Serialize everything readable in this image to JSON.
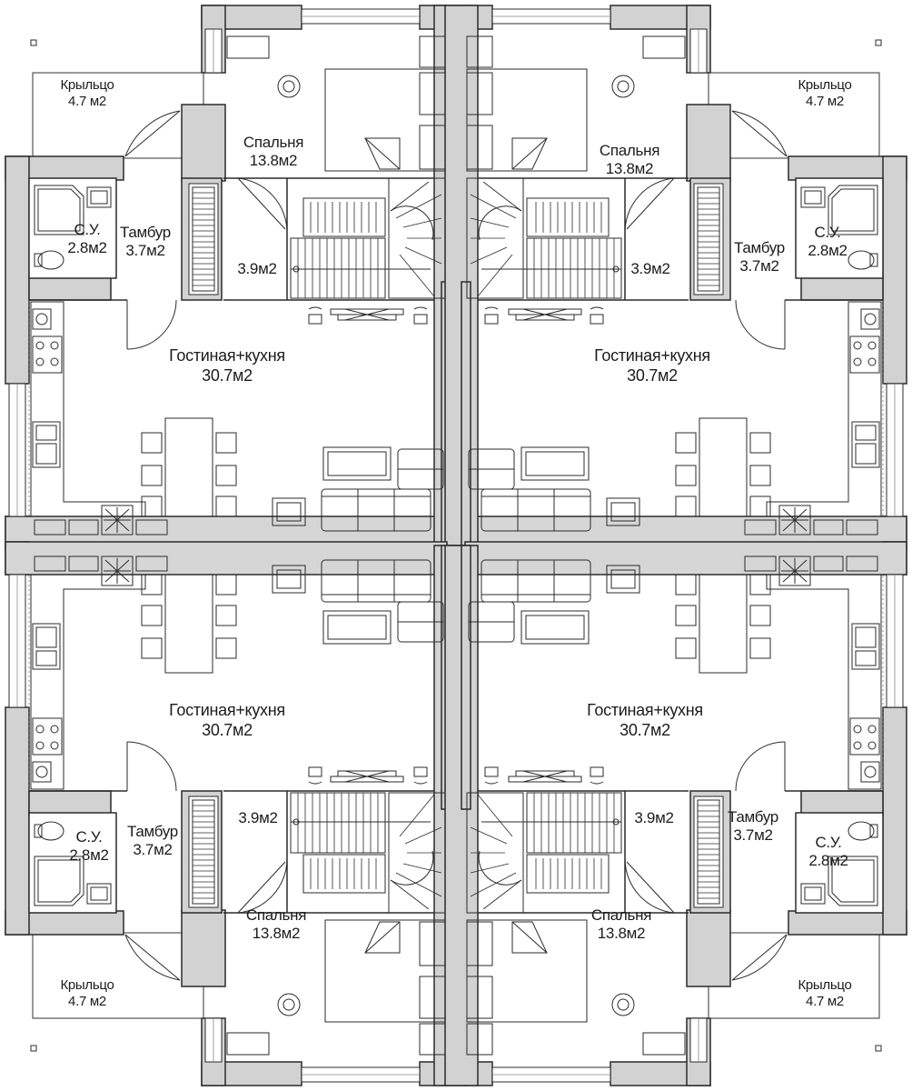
{
  "rooms": {
    "porch": {
      "name": "Крыльцо",
      "area": "4.7 м2"
    },
    "bath": {
      "name": "С.У.",
      "area": "2.8м2"
    },
    "vestibule": {
      "name": "Тамбур",
      "area": "3.7м2"
    },
    "bedroom": {
      "name": "Спальня",
      "area": "13.8м2"
    },
    "stair_hall": {
      "area": "3.9м2"
    },
    "living_kitchen": {
      "name": "Гостиная+кухня",
      "area": "30.7м2"
    }
  },
  "colors": {
    "wall_fill": "#d2d2d2",
    "line": "#2b2b2b",
    "background": "#ffffff"
  },
  "units": [
    "top-left",
    "top-right",
    "bottom-left",
    "bottom-right"
  ]
}
